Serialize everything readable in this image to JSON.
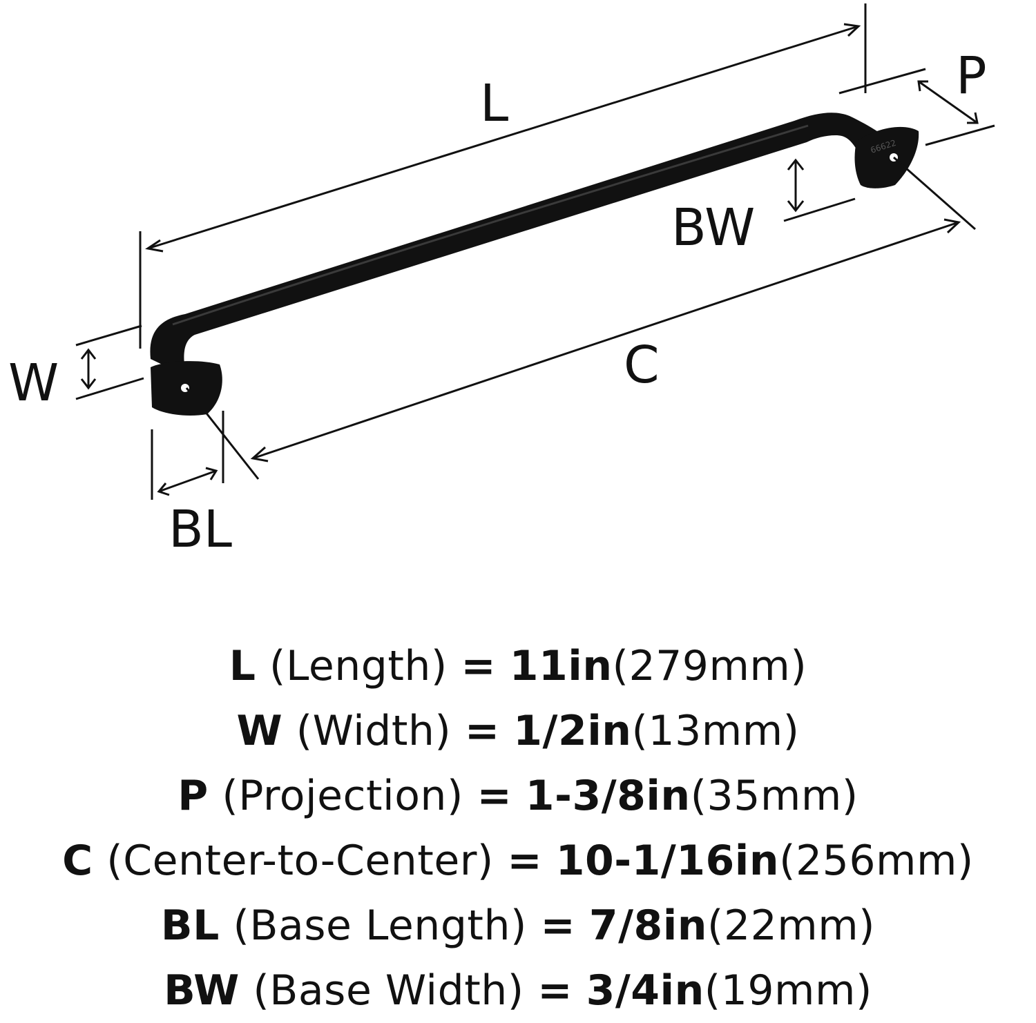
{
  "labels": {
    "length": "L",
    "width": "W",
    "projection": "P",
    "center": "C",
    "base_length": "BL",
    "base_width": "BW",
    "part_mark": "66622"
  },
  "specs": [
    {
      "code": "L",
      "name": "(Length)",
      "eq": "=",
      "imperial": "11in",
      "metric": "(279mm)"
    },
    {
      "code": "W",
      "name": "(Width)",
      "eq": "=",
      "imperial": "1/2in",
      "metric": "(13mm)"
    },
    {
      "code": "P",
      "name": "(Projection)",
      "eq": "=",
      "imperial": "1-3/8in",
      "metric": "(35mm)"
    },
    {
      "code": "C",
      "name": "(Center-to-Center)",
      "eq": "=",
      "imperial": "10-1/16in",
      "metric": "(256mm)"
    },
    {
      "code": "BL",
      "name": "(Base Length)",
      "eq": "=",
      "imperial": "7/8in",
      "metric": "(22mm)"
    },
    {
      "code": "BW",
      "name": "(Base Width)",
      "eq": "=",
      "imperial": "3/4in",
      "metric": "(19mm)"
    }
  ],
  "colors": {
    "ink": "#111111",
    "background": "#ffffff"
  }
}
